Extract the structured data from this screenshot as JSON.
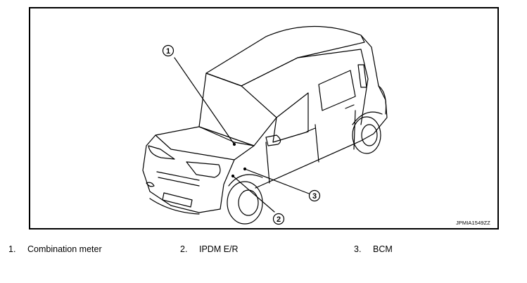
{
  "figure": {
    "code": "JPMIA1549ZZ",
    "callouts": [
      "1",
      "2",
      "3"
    ]
  },
  "legend": {
    "items": [
      {
        "num": "1.",
        "label": "Combination meter"
      },
      {
        "num": "2.",
        "label": "IPDM E/R"
      },
      {
        "num": "3.",
        "label": "BCM"
      }
    ]
  },
  "colors": {
    "line": "#000000",
    "background": "#ffffff"
  }
}
